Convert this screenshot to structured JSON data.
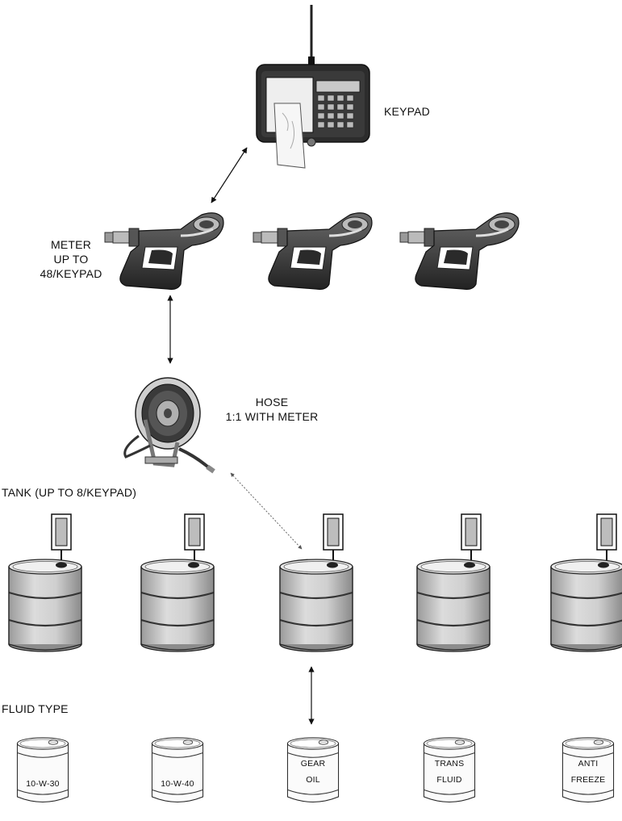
{
  "labels": {
    "keypad": "KEYPAD",
    "meter_line1": "METER",
    "meter_line2": "UP TO",
    "meter_line3": "48/KEYPAD",
    "hose_line1": "HOSE",
    "hose_line2": "1:1 WITH METER",
    "tank": "TANK (UP TO 8/KEYPAD)",
    "fluid_type": "FLUID TYPE"
  },
  "fluids": [
    {
      "line1": "10-W-30",
      "line2": ""
    },
    {
      "line1": "10-W-40",
      "line2": ""
    },
    {
      "line1": "GEAR",
      "line2": "OIL"
    },
    {
      "line1": "TRANS",
      "line2": "FLUID"
    },
    {
      "line1": "ANTI",
      "line2": "FREEZE"
    }
  ],
  "icons": [
    "antenna-icon",
    "keypad-device",
    "meter-nozzle",
    "hose-reel",
    "tank-drum",
    "fluid-drum"
  ]
}
